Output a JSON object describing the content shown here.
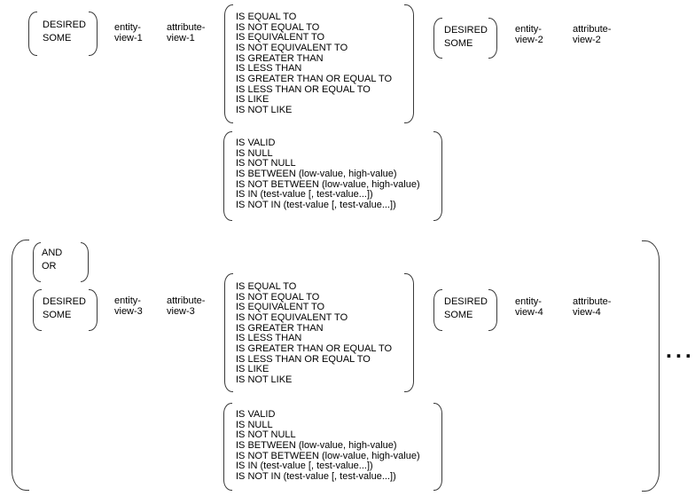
{
  "colors": {
    "background": "#ffffff",
    "text": "#000000",
    "line": "#3a3a3a"
  },
  "syntax": {
    "quantifier_options": [
      "DESIRED",
      "SOME"
    ],
    "connector_options": [
      "AND",
      "OR"
    ],
    "comparison_operators": [
      "IS EQUAL TO",
      "IS NOT EQUAL TO",
      "IS EQUIVALENT TO",
      "IS NOT EQUIVALENT TO",
      "IS GREATER THAN",
      "IS LESS THAN",
      "IS GREATER THAN OR EQUAL TO",
      "IS LESS THAN OR EQUAL TO",
      "IS LIKE",
      "IS NOT LIKE"
    ],
    "predicate_operators": [
      "IS VALID",
      "IS NULL",
      "IS NOT NULL",
      "IS BETWEEN (low-value, high-value)",
      "IS NOT BETWEEN (low-value, high-value)",
      "IS IN (test-value [, test-value...])",
      "IS NOT IN (test-value [, test-value...])"
    ],
    "clause1": {
      "entity_view": [
        "entity-",
        "view-1"
      ],
      "attribute_view": [
        "attribute-",
        "view-1"
      ]
    },
    "clause2": {
      "entity_view": [
        "entity-",
        "view-2"
      ],
      "attribute_view": [
        "attribute-",
        "view-2"
      ]
    },
    "clause3": {
      "entity_view": [
        "entity-",
        "view-3"
      ],
      "attribute_view": [
        "attribute-",
        "view-3"
      ]
    },
    "clause4": {
      "entity_view": [
        "entity-",
        "view-4"
      ],
      "attribute_view": [
        "attribute-",
        "view-4"
      ]
    },
    "continuation": "..."
  }
}
